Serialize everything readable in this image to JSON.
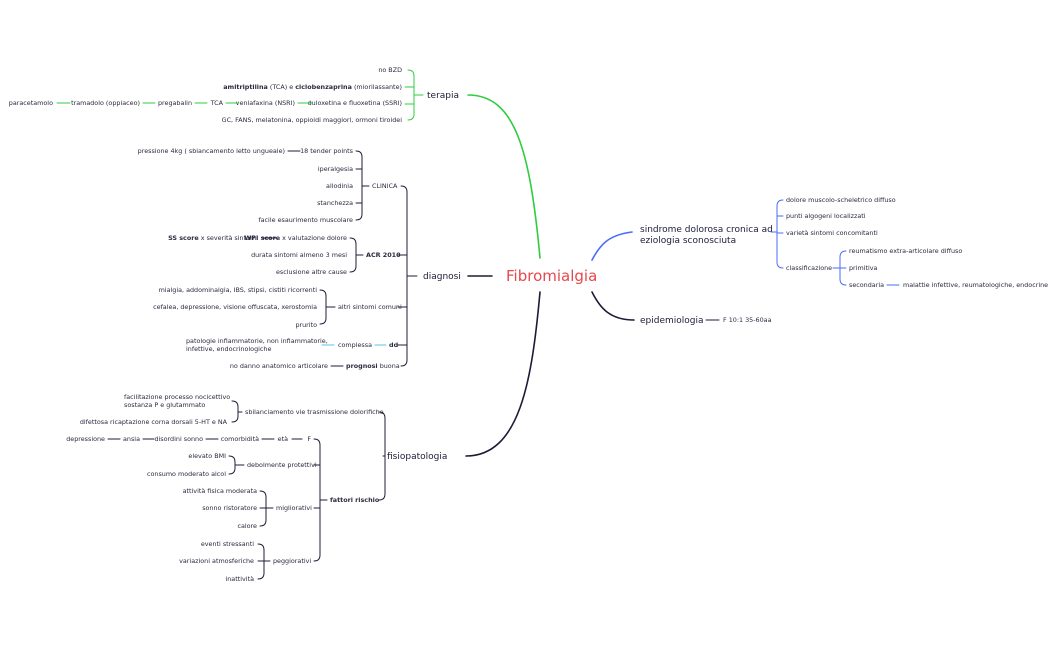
{
  "root": "Fibromialgia",
  "colors": {
    "root": "#e5484d",
    "terapia": "#2ecc40",
    "diagnosi": "#1c1c38",
    "fisiopatologia": "#1c1c38",
    "sindrome": "#4a6cf7",
    "epidemiologia": "#1c1c38",
    "dd": "#5bc0eb"
  },
  "terapia": {
    "label": "terapia",
    "items": [
      "no BZD",
      "(TCA) e",
      "(miorilassante)",
      "GC, FANS, melatonina, oppioidi maggiori, ormoni tiroidei"
    ],
    "bold": [
      "amitriptilina",
      "ciclobenzaprina"
    ],
    "chain": [
      "paracetamolo",
      "tramadolo (oppiaceo)",
      "pregabalin",
      "TCA",
      "venlafaxina (NSRI)",
      "duloxetina e fluoxetina (SSRI)"
    ]
  },
  "diagnosi": {
    "label": "diagnosi",
    "clinica": {
      "label": "CLINICA",
      "items": [
        "18 tender points",
        "iperalgesia",
        "allodinia",
        "stanchezza",
        "facile esaurimento muscolare"
      ],
      "tender_note": "pressione 4kg ( sbiancamento letto ungueale)"
    },
    "acr": {
      "label": "ACR 2010",
      "ss_bold": "SS score",
      "ss_rest": "x severità sintomi",
      "wpi_bold": "WPI score",
      "wpi_rest": "x valutazione dolore",
      "items": [
        "durata sintomi almeno 3 mesi",
        "esclusione altre cause"
      ]
    },
    "altri": {
      "label": "altri sintomi comuni",
      "items": [
        "mialgia, addominalgia, IBS, stipsi, cistiti ricorrenti",
        "cefalea, depressione, visione offuscata, xerostomia",
        "prurito"
      ]
    },
    "dd": {
      "label": "dd",
      "complessa": "complessa",
      "note_line1": "patologie infiammatorie, non infiammatorie,",
      "note_line2": "infettive, endocrinologiche"
    },
    "prognosi": {
      "note": "no danno anatomico articolare",
      "bold": "prognosi",
      "rest": "buona"
    }
  },
  "fisiopatologia": {
    "label": "fisiopatologia",
    "sbil": {
      "label": "sbilanciamento vie trasmissione dolorifiche",
      "a1": "facilitazione processo nocicettivo",
      "a2": "sostanza P e glutammato",
      "b": "difettosa ricaptazione corna dorsali 5-HT e NA"
    },
    "fattori": {
      "label": "fattori rischio",
      "chain": [
        "depressione",
        "ansia",
        "disordini sonno",
        "comorbidità",
        "età",
        "F"
      ],
      "debolmente": {
        "label": "debolmente protettivi",
        "items": [
          "elevato BMI",
          "consumo moderato alcol"
        ]
      },
      "migliorativi": {
        "label": "migliorativi",
        "items": [
          "attività fisica moderata",
          "sonno ristoratore",
          "calore"
        ]
      },
      "peggiorativi": {
        "label": "peggiorativi",
        "items": [
          "eventi stressanti",
          "variazioni atmosferiche",
          "inattività"
        ]
      }
    }
  },
  "sindrome": {
    "label1": "sindrome dolorosa cronica ad",
    "label2": "eziologia sconosciuta",
    "items": [
      "dolore muscolo-scheletrico diffuso",
      "punti algogeni localizzati",
      "varietà sintomi concomitanti"
    ],
    "classificazione": {
      "label": "classificazione",
      "items": [
        "reumatismo extra-articolare diffuso",
        "primitiva",
        "secondaria"
      ],
      "secondaria_note": "malattie infettive, reumatologiche, endocrine"
    }
  },
  "epidemiologia": {
    "label": "epidemiologia",
    "note": "F 10:1 35-60aa"
  }
}
